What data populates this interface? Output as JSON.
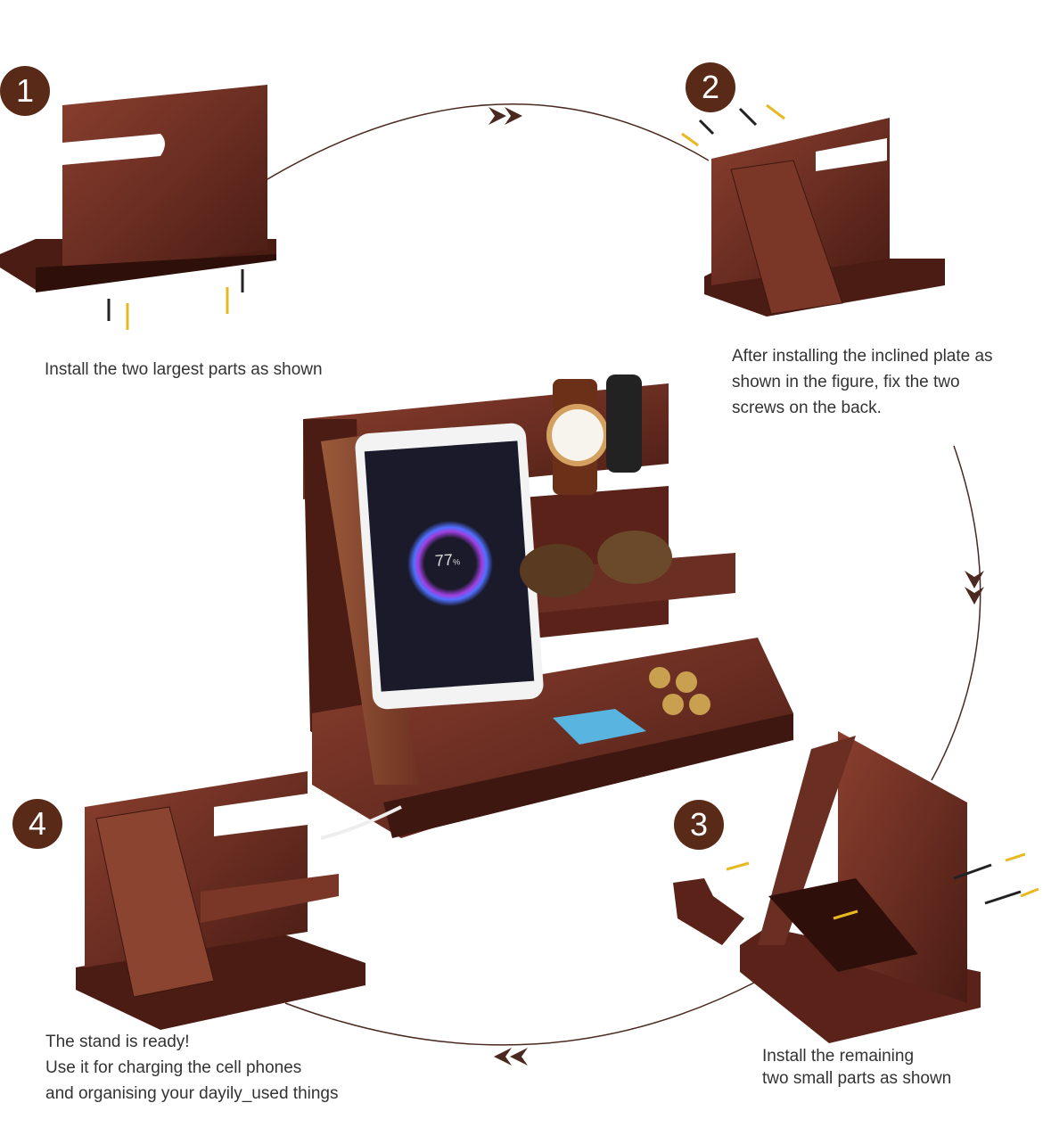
{
  "steps": [
    {
      "number": "1",
      "caption": [
        "Install the two largest parts as shown"
      ]
    },
    {
      "number": "2",
      "caption": [
        "After installing the inclined plate as",
        "shown in the figure, fix the two",
        "screws on the back."
      ]
    },
    {
      "number": "3",
      "caption": [
        "Install the remaining",
        "two small parts as shown"
      ]
    },
    {
      "number": "4",
      "caption": [
        "The stand is ready!",
        "Use it for charging the cell phones",
        "and organising your dayily_used things"
      ]
    }
  ],
  "center_product": {
    "phone_battery": "77",
    "battery_unit": "%"
  },
  "colors": {
    "badge": "#5a2a18",
    "wood": "#6b2e22",
    "wood_dark": "#3e1710",
    "arrow": "#4a2a20",
    "accent_arrow": "#e8b820"
  }
}
